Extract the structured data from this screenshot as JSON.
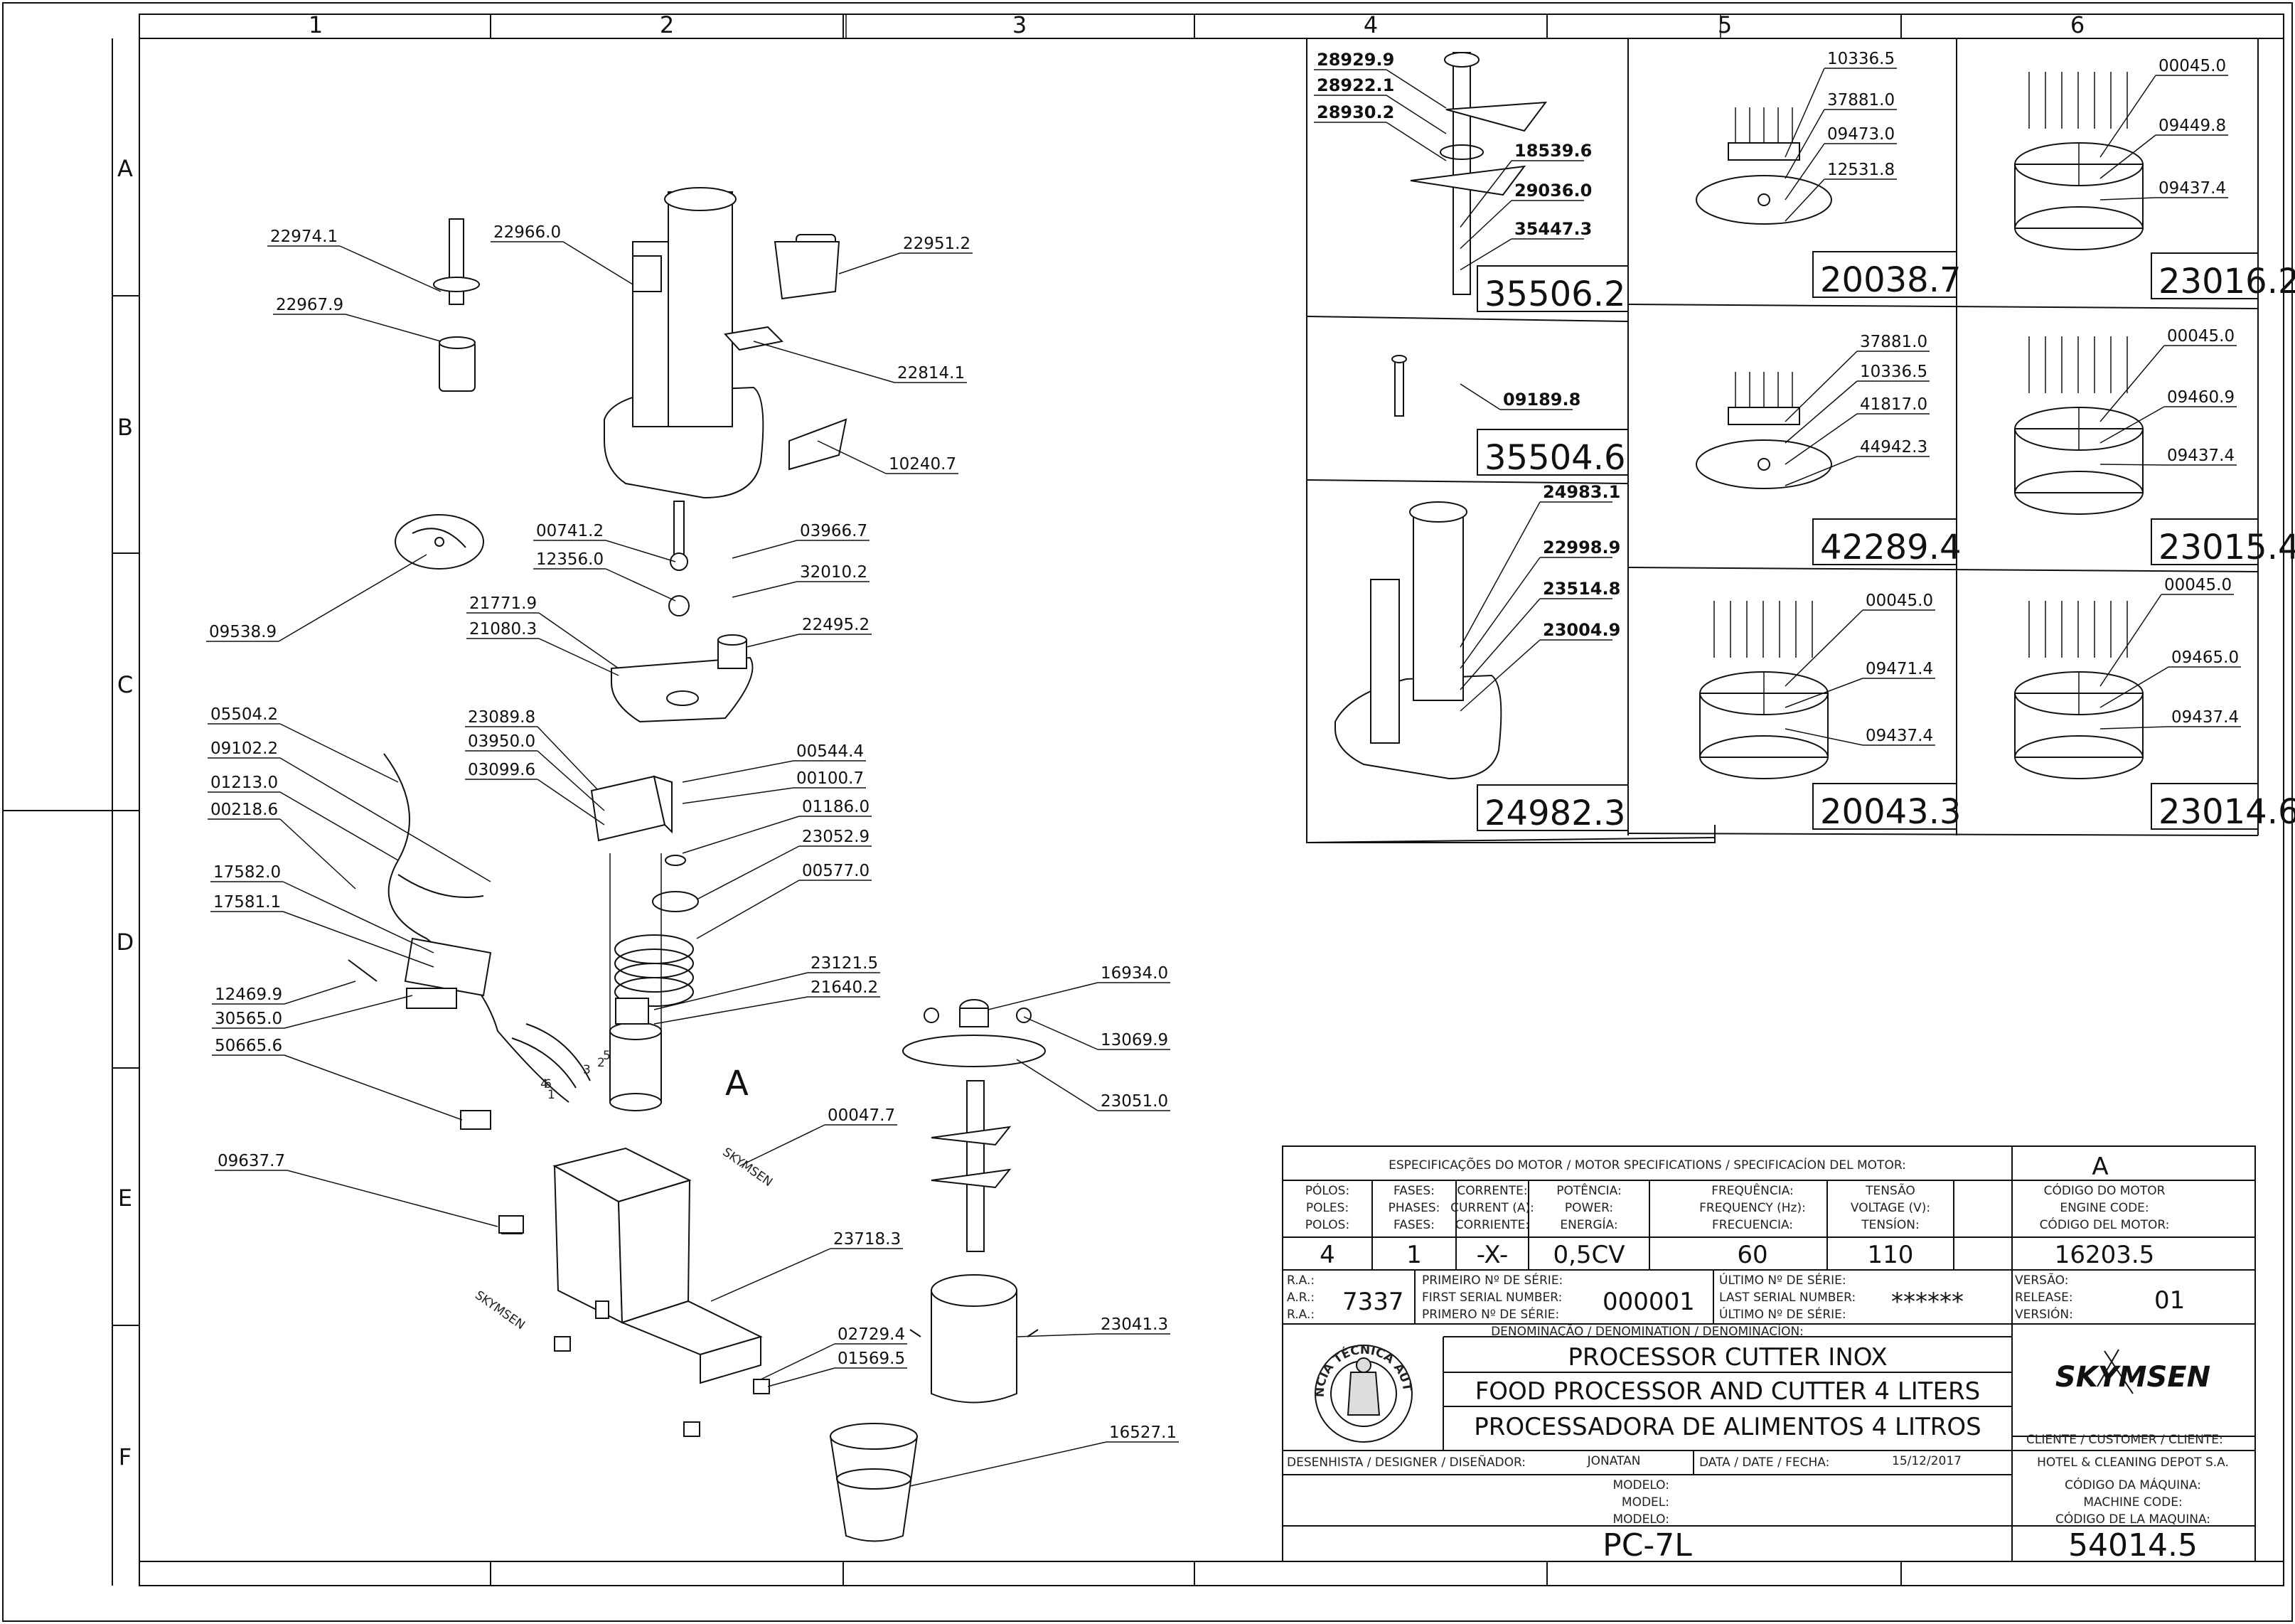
{
  "grid": {
    "columns": [
      "1",
      "2",
      "3",
      "4",
      "5",
      "6"
    ],
    "rows": [
      "A",
      "B",
      "C",
      "D",
      "E",
      "F"
    ]
  },
  "main_callouts": [
    {
      "id": "c22974",
      "label": "22974.1"
    },
    {
      "id": "c22967",
      "label": "22967.9"
    },
    {
      "id": "c22966",
      "label": "22966.0"
    },
    {
      "id": "c22951",
      "label": "22951.2"
    },
    {
      "id": "c22814",
      "label": "22814.1"
    },
    {
      "id": "c10240",
      "label": "10240.7"
    },
    {
      "id": "c09538",
      "label": "09538.9"
    },
    {
      "id": "c00741",
      "label": "00741.2"
    },
    {
      "id": "c12356",
      "label": "12356.0"
    },
    {
      "id": "c03966",
      "label": "03966.7"
    },
    {
      "id": "c32010",
      "label": "32010.2"
    },
    {
      "id": "c21771",
      "label": "21771.9"
    },
    {
      "id": "c21080",
      "label": "21080.3"
    },
    {
      "id": "c22495",
      "label": "22495.2"
    },
    {
      "id": "c05504",
      "label": "05504.2"
    },
    {
      "id": "c09102",
      "label": "09102.2"
    },
    {
      "id": "c01213",
      "label": "01213.0"
    },
    {
      "id": "c00218",
      "label": "00218.6"
    },
    {
      "id": "c23089",
      "label": "23089.8"
    },
    {
      "id": "c03950",
      "label": "03950.0"
    },
    {
      "id": "c03099",
      "label": "03099.6"
    },
    {
      "id": "c00544",
      "label": "00544.4"
    },
    {
      "id": "c00100",
      "label": "00100.7"
    },
    {
      "id": "c01186",
      "label": "01186.0"
    },
    {
      "id": "c23052",
      "label": "23052.9"
    },
    {
      "id": "c00577",
      "label": "00577.0"
    },
    {
      "id": "c17582",
      "label": "17582.0"
    },
    {
      "id": "c17581",
      "label": "17581.1"
    },
    {
      "id": "c12469",
      "label": "12469.9"
    },
    {
      "id": "c30565",
      "label": "30565.0"
    },
    {
      "id": "c50665",
      "label": "50665.6"
    },
    {
      "id": "c23121",
      "label": "23121.5"
    },
    {
      "id": "c21640",
      "label": "21640.2"
    },
    {
      "id": "c16934",
      "label": "16934.0"
    },
    {
      "id": "c13069",
      "label": "13069.9"
    },
    {
      "id": "c23051",
      "label": "23051.0"
    },
    {
      "id": "c09637",
      "label": "09637.7"
    },
    {
      "id": "c00047",
      "label": "00047.7"
    },
    {
      "id": "c23718",
      "label": "23718.3"
    },
    {
      "id": "c02729",
      "label": "02729.4"
    },
    {
      "id": "c01569",
      "label": "01569.5"
    },
    {
      "id": "c23041",
      "label": "23041.3"
    },
    {
      "id": "c16527",
      "label": "16527.1"
    }
  ],
  "detail_A_marker": "A",
  "wire_numbers": [
    "1",
    "2",
    "3",
    "4",
    "5",
    "6"
  ],
  "kits": [
    {
      "id": "k35506",
      "code": "35506.2",
      "callouts": [
        "28929.9",
        "28922.1",
        "28930.2",
        "18539.6",
        "29036.0",
        "35447.3"
      ]
    },
    {
      "id": "k20038",
      "code": "20038.7",
      "callouts": [
        "10336.5",
        "37881.0",
        "09473.0",
        "12531.8"
      ]
    },
    {
      "id": "k23016",
      "code": "23016.2",
      "callouts": [
        "00045.0",
        "09449.8",
        "09437.4"
      ]
    },
    {
      "id": "k35504",
      "code": "35504.6",
      "callouts": [
        "09189.8"
      ]
    },
    {
      "id": "k42289",
      "code": "42289.4",
      "callouts": [
        "37881.0",
        "10336.5",
        "41817.0",
        "44942.3"
      ]
    },
    {
      "id": "k23015",
      "code": "23015.4",
      "callouts": [
        "00045.0",
        "09460.9",
        "09437.4"
      ]
    },
    {
      "id": "k24982",
      "code": "24982.3",
      "callouts": [
        "24983.1",
        "22998.9",
        "23514.8",
        "23004.9"
      ]
    },
    {
      "id": "k20043",
      "code": "20043.3",
      "callouts": [
        "00045.0",
        "09471.4",
        "09437.4"
      ]
    },
    {
      "id": "k23014",
      "code": "23014.6",
      "callouts": [
        "00045.0",
        "09465.0",
        "09437.4"
      ]
    }
  ],
  "title_block": {
    "motor_spec_header": "ESPECIFICAÇÕES DO MOTOR / MOTOR SPECIFICATIONS / SPECIFICACÍON DEL MOTOR:",
    "motor_variant": "A",
    "poles_label": [
      "PÓLOS:",
      "POLES:",
      "POLOS:"
    ],
    "phases_label": [
      "FASES:",
      "PHASES:",
      "FASES:"
    ],
    "current_label": [
      "CORRENTE:",
      "CURRENT (A):",
      "CORRIENTE:"
    ],
    "power_label": [
      "POTÊNCIA:",
      "POWER:",
      "ENERGÍA:"
    ],
    "frequency_label": [
      "FREQUÊNCIA:",
      "FREQUENCY (Hz):",
      "FRECUENCIA:"
    ],
    "voltage_label": [
      "TENSÃO",
      "VOLTAGE (V):",
      "TENSÍON:"
    ],
    "engine_code_label": [
      "CÓDIGO DO MOTOR",
      "ENGINE CODE:",
      "CÓDIGO DEL MOTOR:"
    ],
    "poles": "4",
    "phases": "1",
    "current": "-X-",
    "power": "0,5CV",
    "frequency": "60",
    "voltage": "110",
    "engine_code": "16203.5",
    "ra_label": [
      "R.A.:",
      "A.R.:",
      "R.A.:"
    ],
    "ra": "7337",
    "first_serial_label": [
      "PRIMEIRO Nº DE SÉRIE:",
      "FIRST SERIAL NUMBER:",
      "PRIMERO Nº DE SÉRIE:"
    ],
    "first_serial": "000001",
    "last_serial_label": [
      "ÚLTIMO Nº DE SÉRIE:",
      "LAST SERIAL NUMBER:",
      "ÚLTIMO Nº DE SÉRIE:"
    ],
    "last_serial": "******",
    "version_label": [
      "VERSÃO:",
      "RELEASE:",
      "VERSIÓN:"
    ],
    "version": "01",
    "denomination_label": "DENOMINAÇÃO / DENOMINATION / DENOMINACÍON:",
    "name_pt": "PROCESSOR CUTTER INOX",
    "name_en": "FOOD PROCESSOR AND CUTTER 4 LITERS",
    "name_es": "PROCESSADORA DE ALIMENTOS 4 LITROS",
    "brand": "SKYMSEN",
    "seal_text": "ASSISTÊNCIA TÉCNICA AUTORIZADA",
    "client_label": "CLIENTE / CUSTOMER / CLIENTE:",
    "client": "HOTEL & CLEANING DEPOT S.A.",
    "designer_label": "DESENHISTA / DESIGNER / DISEÑADOR:",
    "designer": "JONATAN",
    "date_label": "DATA / DATE / FECHA:",
    "date": "15/12/2017",
    "model_label": [
      "MODELO:",
      "MODEL:",
      "MODELO:"
    ],
    "model": "PC-7L",
    "machine_code_label": [
      "CÓDIGO DA MÁQUINA:",
      "MACHINE CODE:",
      "CÓDIGO DE LA MAQUINA:"
    ],
    "machine_code": "54014.5"
  }
}
